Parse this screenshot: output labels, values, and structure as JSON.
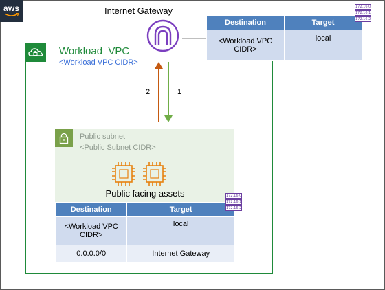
{
  "brand": {
    "logo_text": "aws"
  },
  "internet_gateway": {
    "label": "Internet Gateway"
  },
  "vpc": {
    "title": "Workload  VPC",
    "cidr": "<Workload VPC CIDR>"
  },
  "subnet": {
    "title": "Public subnet",
    "cidr": "<Public Subnet CIDR>",
    "assets_label": "Public facing assets"
  },
  "arrows": {
    "outbound_label": "2",
    "inbound_label": "1"
  },
  "vpc_route_table": {
    "headers": [
      "Destination",
      "Target"
    ],
    "rows": [
      {
        "destination": "<Workload VPC CIDR>",
        "target": "local"
      }
    ]
  },
  "subnet_route_table": {
    "headers": [
      "Destination",
      "Target"
    ],
    "rows": [
      {
        "destination": "<Workload VPC CIDR>",
        "target": "local"
      },
      {
        "destination": "0.0.0.0/0",
        "target": "Internet Gateway"
      }
    ]
  },
  "prefix_list": {
    "entries": [
      "172.16.0.0",
      "172.16.1.0",
      "172.16.2.0"
    ]
  },
  "colors": {
    "vpc_green": "#1f8a3a",
    "subnet_green": "#7aa14a",
    "subnet_fill": "#e9f2e6",
    "gateway_purple": "#7b3fbf",
    "chip_orange": "#e7810f",
    "arrow_orange": "#c55a11",
    "arrow_green": "#70ad47",
    "table_header": "#4f81bd"
  }
}
